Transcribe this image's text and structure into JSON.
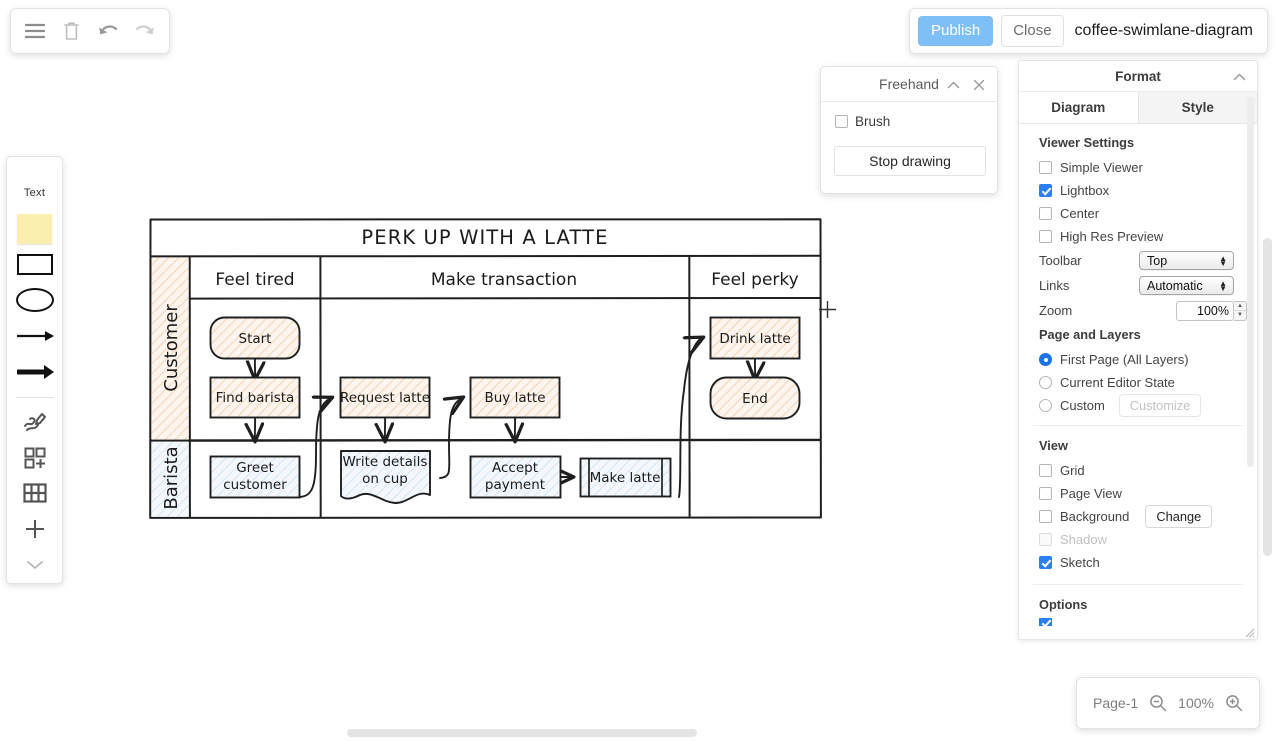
{
  "app": {
    "document_title": "coffee-swimlane-diagram",
    "publish_label": "Publish",
    "close_label": "Close"
  },
  "top_toolbar": {
    "items": [
      {
        "name": "menu-icon",
        "label": "Menu"
      },
      {
        "name": "trash-icon",
        "label": "Delete"
      },
      {
        "name": "undo-icon",
        "label": "Undo"
      },
      {
        "name": "redo-icon",
        "label": "Redo"
      }
    ]
  },
  "shape_palette": {
    "text_label": "Text",
    "items": [
      {
        "name": "text-shape",
        "label": "Text"
      },
      {
        "name": "note-shape",
        "label": "Note"
      },
      {
        "name": "rectangle-shape",
        "label": "Rectangle"
      },
      {
        "name": "ellipse-shape",
        "label": "Ellipse"
      },
      {
        "name": "arrow-shape",
        "label": "Arrow"
      },
      {
        "name": "thick-arrow-shape",
        "label": "Thick arrow"
      },
      {
        "name": "freehand-icon",
        "label": "Freehand"
      },
      {
        "name": "shapes-icon",
        "label": "More shapes"
      },
      {
        "name": "table-icon",
        "label": "Table"
      },
      {
        "name": "plus-icon",
        "label": "Add"
      },
      {
        "name": "chevron-down-icon",
        "label": "More"
      }
    ]
  },
  "freehand_panel": {
    "title": "Freehand",
    "brush_label": "Brush",
    "brush_checked": false,
    "stop_drawing_label": "Stop drawing"
  },
  "format_panel": {
    "title": "Format",
    "tabs": [
      {
        "label": "Diagram",
        "active": true
      },
      {
        "label": "Style",
        "active": false
      }
    ],
    "viewer_settings": {
      "heading": "Viewer Settings",
      "checkboxes": [
        {
          "label": "Simple Viewer",
          "checked": false,
          "disabled": false
        },
        {
          "label": "Lightbox",
          "checked": true,
          "disabled": false
        },
        {
          "label": "Center",
          "checked": false,
          "disabled": false
        },
        {
          "label": "High Res Preview",
          "checked": false,
          "disabled": false
        }
      ],
      "toolbar_label": "Toolbar",
      "toolbar_value": "Top",
      "links_label": "Links",
      "links_value": "Automatic",
      "zoom_label": "Zoom",
      "zoom_value": "100%"
    },
    "page_and_layers": {
      "heading": "Page and Layers",
      "radios": [
        {
          "label": "First Page (All Layers)",
          "checked": true
        },
        {
          "label": "Current Editor State",
          "checked": false
        },
        {
          "label": "Custom",
          "checked": false
        }
      ],
      "customize_label": "Customize"
    },
    "view": {
      "heading": "View",
      "checkboxes": [
        {
          "label": "Grid",
          "checked": false,
          "disabled": false
        },
        {
          "label": "Page View",
          "checked": false,
          "disabled": false
        },
        {
          "label": "Background",
          "checked": false,
          "disabled": false
        },
        {
          "label": "Shadow",
          "checked": false,
          "disabled": true
        },
        {
          "label": "Sketch",
          "checked": true,
          "disabled": false
        }
      ],
      "background_change_label": "Change"
    },
    "options": {
      "heading": "Options"
    }
  },
  "status_bar": {
    "page_name": "Page-1",
    "zoom_level": "100%",
    "zoom_out_icon": "zoom-out-icon",
    "zoom_in_icon": "zoom-in-icon"
  },
  "diagram": {
    "title": "PERK UP WITH A LATTE",
    "columns": [
      {
        "label": "Feel tired"
      },
      {
        "label": "Make transaction"
      },
      {
        "label": "Feel perky"
      }
    ],
    "lanes": [
      {
        "label": "Customer",
        "fill": "#FBEAD9"
      },
      {
        "label": "Barista",
        "fill": "#E3EEFA"
      }
    ],
    "nodes": [
      {
        "id": "start",
        "label": "Start",
        "shape": "rounded",
        "lane": "Customer",
        "column": "Feel tired"
      },
      {
        "id": "find-barista",
        "label": "Find barista",
        "shape": "rect",
        "lane": "Customer",
        "column": "Feel tired"
      },
      {
        "id": "greet-customer",
        "label": "Greet customer",
        "shape": "rect",
        "lane": "Barista",
        "column": "Feel tired"
      },
      {
        "id": "request-latte",
        "label": "Request latte",
        "shape": "rect",
        "lane": "Customer",
        "column": "Make transaction"
      },
      {
        "id": "write-details",
        "label": "Write details on cup",
        "shape": "document",
        "lane": "Barista",
        "column": "Make transaction"
      },
      {
        "id": "buy-latte",
        "label": "Buy latte",
        "shape": "rect",
        "lane": "Customer",
        "column": "Make transaction"
      },
      {
        "id": "accept-payment",
        "label": "Accept payment",
        "shape": "rect",
        "lane": "Barista",
        "column": "Make transaction"
      },
      {
        "id": "make-latte",
        "label": "Make latte",
        "shape": "predefined-process",
        "lane": "Barista",
        "column": "Make transaction"
      },
      {
        "id": "drink-latte",
        "label": "Drink latte",
        "shape": "rect",
        "lane": "Customer",
        "column": "Feel perky"
      },
      {
        "id": "end",
        "label": "End",
        "shape": "rounded",
        "lane": "Customer",
        "column": "Feel perky"
      }
    ],
    "edges": [
      {
        "from": "start",
        "to": "find-barista"
      },
      {
        "from": "find-barista",
        "to": "greet-customer"
      },
      {
        "from": "greet-customer",
        "to": "request-latte"
      },
      {
        "from": "request-latte",
        "to": "write-details"
      },
      {
        "from": "write-details",
        "to": "buy-latte"
      },
      {
        "from": "buy-latte",
        "to": "accept-payment"
      },
      {
        "from": "accept-payment",
        "to": "make-latte"
      },
      {
        "from": "make-latte",
        "to": "drink-latte"
      },
      {
        "from": "drink-latte",
        "to": "end"
      }
    ],
    "colors": {
      "customer_fill": "#FBEAD9",
      "barista_fill": "#E3EEFA",
      "stroke": "#1f1f1f"
    }
  }
}
